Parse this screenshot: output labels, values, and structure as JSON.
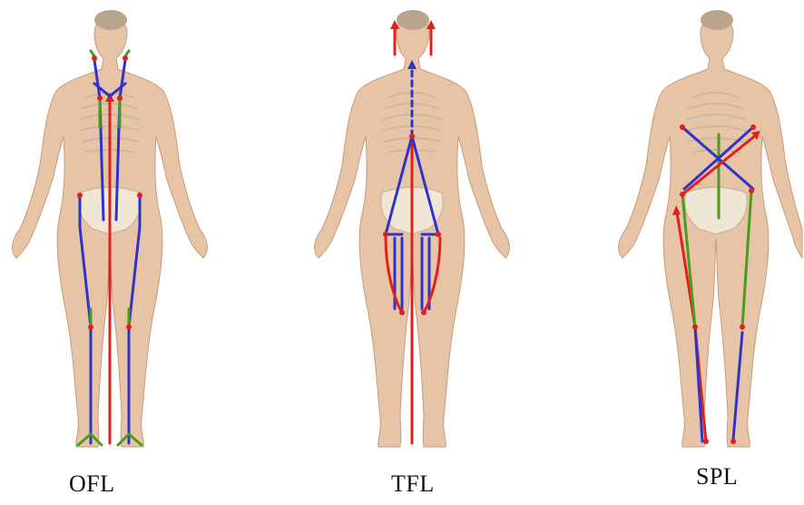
{
  "colors": {
    "skin": "#e8c4a6",
    "skin_shadow": "#c99a7c",
    "bone": "#efe6d6",
    "bone_line": "#cbb89e",
    "hair": "#b9a48e",
    "red": "#e0201b",
    "blue": "#2f33c8",
    "green": "#4c9a1f"
  },
  "panels": [
    {
      "label": "OFL"
    },
    {
      "label": "TFL"
    },
    {
      "label": "SPL"
    }
  ]
}
